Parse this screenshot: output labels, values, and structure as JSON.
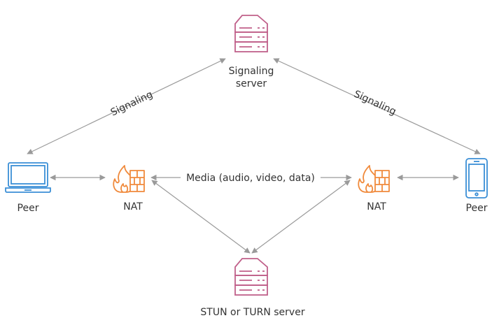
{
  "colors": {
    "server": "#c0608a",
    "nat": "#f08a3c",
    "peer": "#3b8fd6",
    "arrow": "#9a9a9a",
    "text": "#333333"
  },
  "nodes": {
    "signaling_server": {
      "label_line1": "Signaling",
      "label_line2": "server",
      "icon": "server-icon"
    },
    "peer_left": {
      "label": "Peer",
      "icon": "laptop-icon"
    },
    "nat_left": {
      "label": "NAT",
      "icon": "firewall-icon"
    },
    "nat_right": {
      "label": "NAT",
      "icon": "firewall-icon"
    },
    "peer_right": {
      "label": "Peer",
      "icon": "smartphone-icon"
    },
    "stun_turn_server": {
      "label": "STUN or TURN server",
      "icon": "server-icon"
    }
  },
  "edges": {
    "signaling_left": "Signaling",
    "signaling_right": "Signaling",
    "media": "Media (audio, video, data)"
  }
}
